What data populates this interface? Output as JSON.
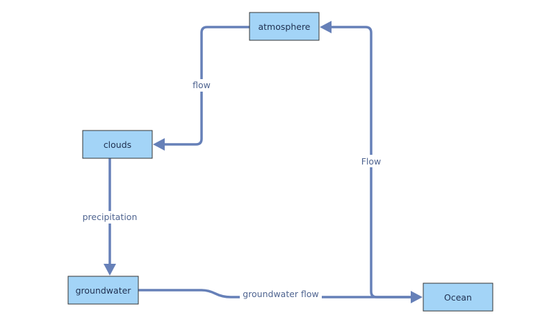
{
  "nodes": {
    "atmosphere": {
      "label": "atmosphere"
    },
    "clouds": {
      "label": "clouds"
    },
    "groundwater": {
      "label": "groundwater"
    },
    "ocean": {
      "label": "Ocean"
    }
  },
  "edges": {
    "atmosphere_to_clouds": {
      "from": "atmosphere",
      "to": "clouds",
      "label": "flow"
    },
    "clouds_to_groundwater": {
      "from": "clouds",
      "to": "groundwater",
      "label": "precipitation"
    },
    "groundwater_to_ocean": {
      "from": "groundwater",
      "to": "ocean",
      "label": "groundwater flow"
    },
    "ocean_to_atmosphere": {
      "from": "ocean",
      "to": "atmosphere",
      "label": "Flow"
    }
  },
  "colors": {
    "node_fill": "#a3d4f7",
    "node_border": "#333333",
    "edge": "#6680b8",
    "edge_label_text": "#4f6490",
    "node_text": "#1f3050"
  }
}
